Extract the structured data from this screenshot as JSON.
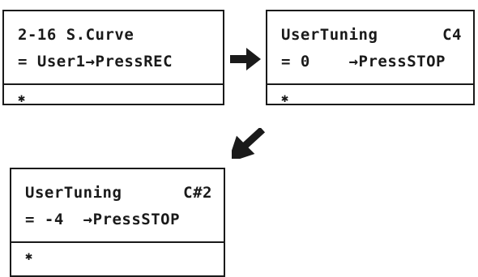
{
  "panels": [
    {
      "line1_left": "2-16 S.Curve",
      "line1_right": "",
      "line2": "= User1→PressREC",
      "status_icon": "bluetooth-icon",
      "status_glyph": "✱"
    },
    {
      "line1_left": "UserTuning",
      "line1_right": "C4",
      "line2": "= 0    →PressSTOP",
      "status_icon": "bluetooth-icon",
      "status_glyph": "✱"
    },
    {
      "line1_left": "UserTuning",
      "line1_right": "C#2",
      "line2": "= -4  →PressSTOP",
      "status_icon": "bluetooth-icon",
      "status_glyph": "✱"
    }
  ],
  "arrows": [
    {
      "icon": "arrow-right-icon"
    },
    {
      "icon": "arrow-down-left-icon"
    }
  ],
  "colors": {
    "lcd_border": "#1a1a1a",
    "lcd_text": "#1a1a1a",
    "background": "#ffffff"
  }
}
